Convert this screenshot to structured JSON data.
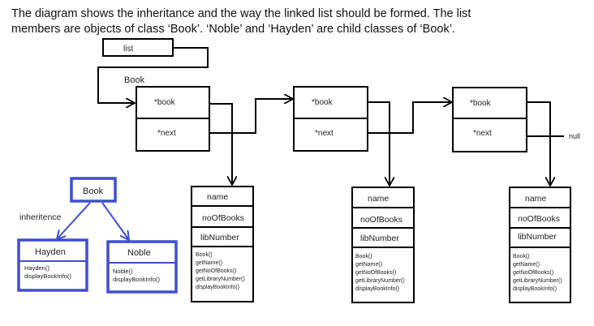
{
  "intro": {
    "line1": "The diagram shows the inheritance and the way the linked list should be formed. The list",
    "line2": "members are objects of class ‘Book’. ‘Noble’ and ‘Hayden’ are child classes of ‘Book’."
  },
  "list_label": "list",
  "node_class_label": "Book",
  "nodes": [
    {
      "book": "*book",
      "next": "*next"
    },
    {
      "book": "*book",
      "next": "*next"
    },
    {
      "book": "*book",
      "next": "*next"
    }
  ],
  "null_label": "null",
  "book_objects": [
    {
      "name": "name",
      "count": "noOfBooks",
      "lib": "libNumber",
      "methods": [
        "Book()",
        "getName()",
        "getNoOfBooks()",
        "getLibraryNumber()",
        "displayBookInfo()"
      ]
    },
    {
      "name": "name",
      "count": "noOfBooks",
      "lib": "libNumber",
      "methods": [
        "Book()",
        "getName()",
        "getNoOfBooks()",
        "getLibraryNumber()",
        "displayBookInfo()"
      ]
    },
    {
      "name": "name",
      "count": "noOfBooks",
      "lib": "libNumber",
      "methods": [
        "Book()",
        "getName()",
        "getNoOfBooks()",
        "getLibraryNumber()",
        "displayBookInfo()"
      ]
    }
  ],
  "inheritance": {
    "label": "inheritence",
    "parent": "Book",
    "children": [
      {
        "name": "Hayden",
        "methods": [
          "Hayden()",
          "displayBookInfo()"
        ]
      },
      {
        "name": "Noble",
        "methods": [
          "Noble()",
          "displayBookInfo()"
        ]
      }
    ],
    "color": "#3f4fcf"
  }
}
